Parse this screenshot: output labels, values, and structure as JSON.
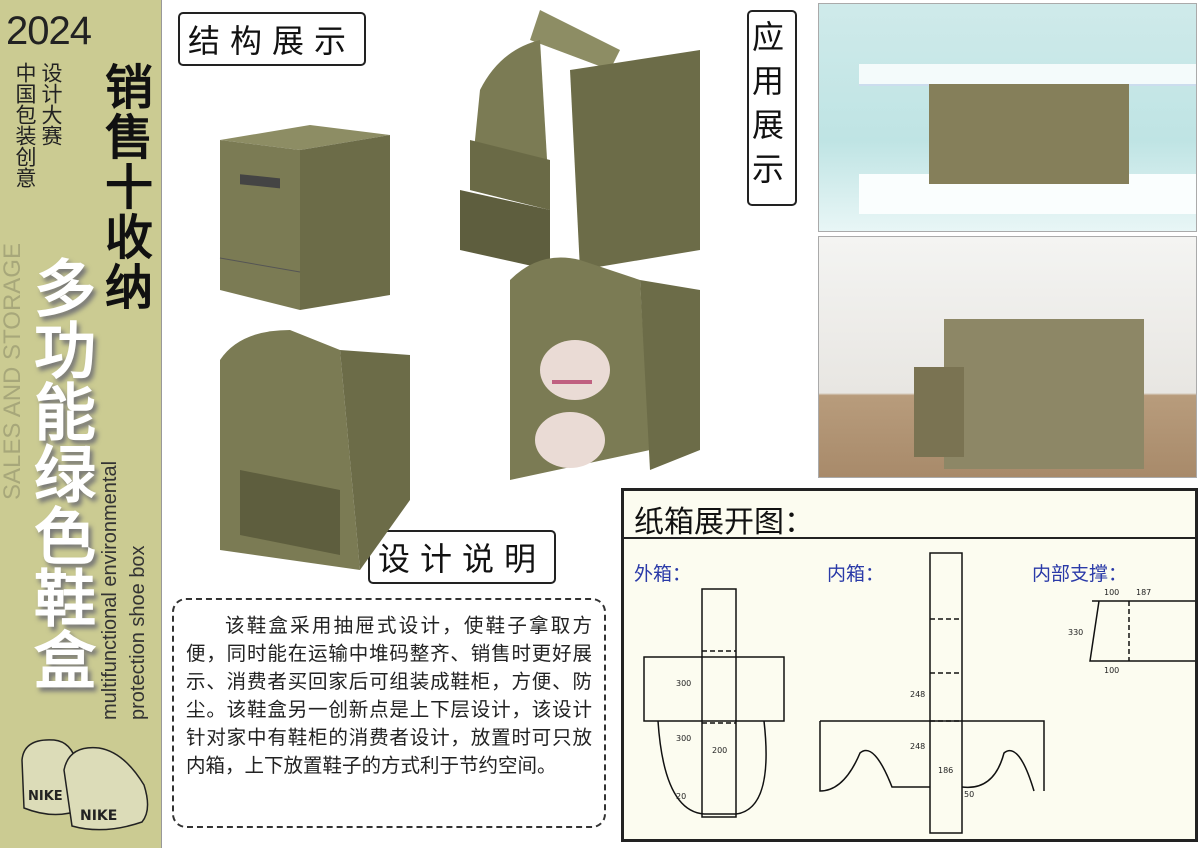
{
  "sidebar": {
    "watermark": "SALES AND STORAGE",
    "year": "2024",
    "event_line1": "中国包装创意",
    "event_line2": "设计大赛",
    "slogan": "销售十收纳",
    "title": "多功能绿色鞋盒",
    "subtitle_en_line1": "multifunctional environmental",
    "subtitle_en_line2": "protection shoe box",
    "shoe_logo": "NIKE"
  },
  "sections": {
    "structure": "结构展示",
    "application": "应用展示",
    "design_notes": "设计说明"
  },
  "description": "该鞋盒采用抽屉式设计，使鞋子拿取方便，同时能在运输中堆码整齐、销售时更好展示、消费者买回家后可组装成鞋柜，方便、防尘。该鞋盒另一创新点是上下层设计，该设计针对家中有鞋柜的消费者设计，放置时可只放内箱，上下放置鞋子的方式利于节约空间。",
  "diagram": {
    "title": "纸箱展开图：",
    "outer": {
      "label": "外箱：",
      "dims": [
        "300",
        "300",
        "200",
        "20"
      ]
    },
    "inner": {
      "label": "内箱：",
      "dims": [
        "248",
        "248",
        "186",
        "50"
      ]
    },
    "support": {
      "label": "内部支撑：",
      "dims": [
        "100",
        "187",
        "330",
        "100"
      ]
    }
  },
  "colors": {
    "sidebar": "#cbcb92",
    "cardboard": "#7b7b54",
    "label_blue": "#2a3aa8"
  }
}
